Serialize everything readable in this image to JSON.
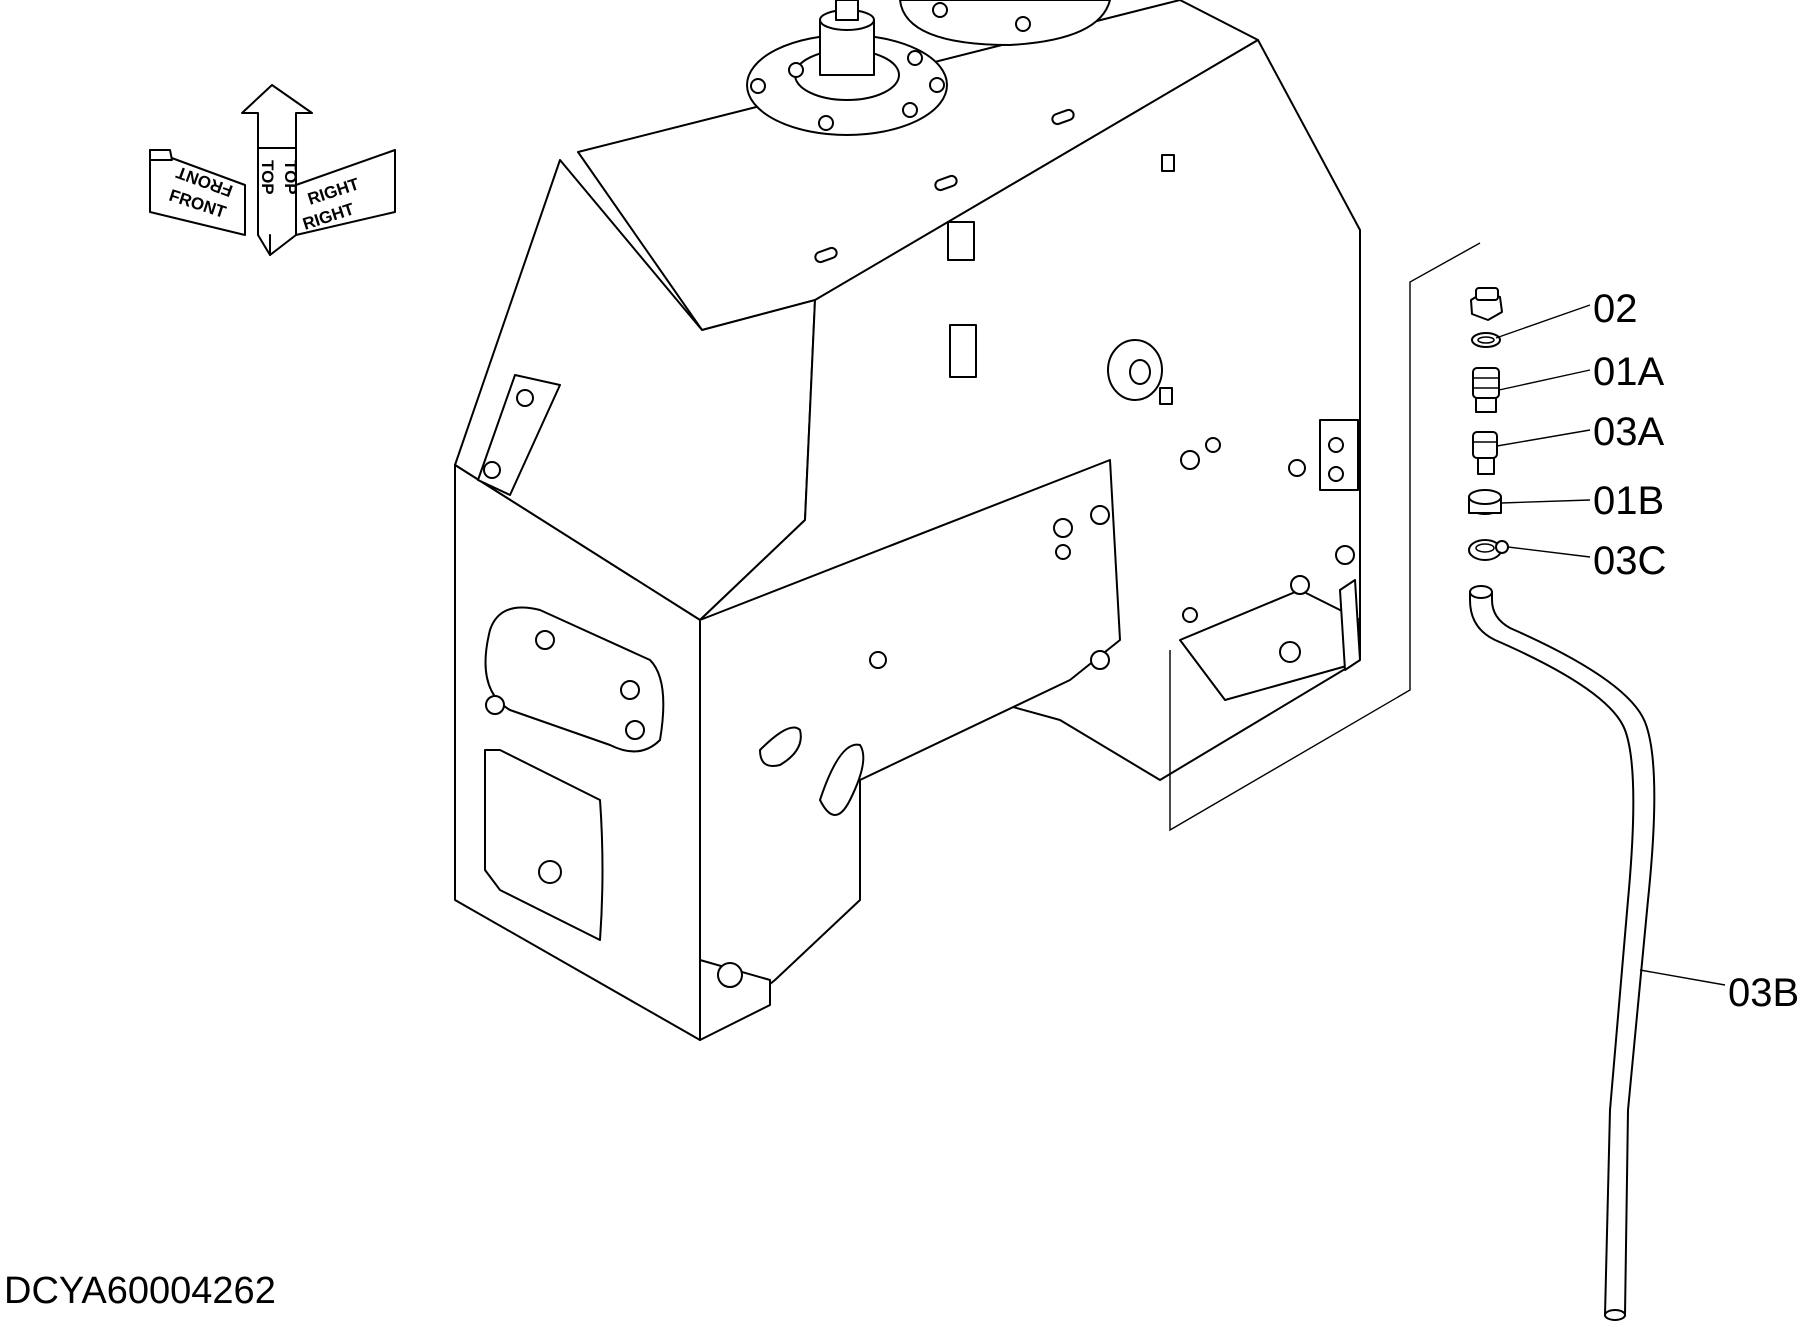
{
  "drawing_id": "DCYA60004262",
  "orientation": {
    "front": "FRONT",
    "top": "TOP",
    "right": "RIGHT"
  },
  "callouts": [
    {
      "label": "02"
    },
    {
      "label": "01A"
    },
    {
      "label": "03A"
    },
    {
      "label": "01B"
    },
    {
      "label": "03C"
    },
    {
      "label": "03B"
    }
  ]
}
